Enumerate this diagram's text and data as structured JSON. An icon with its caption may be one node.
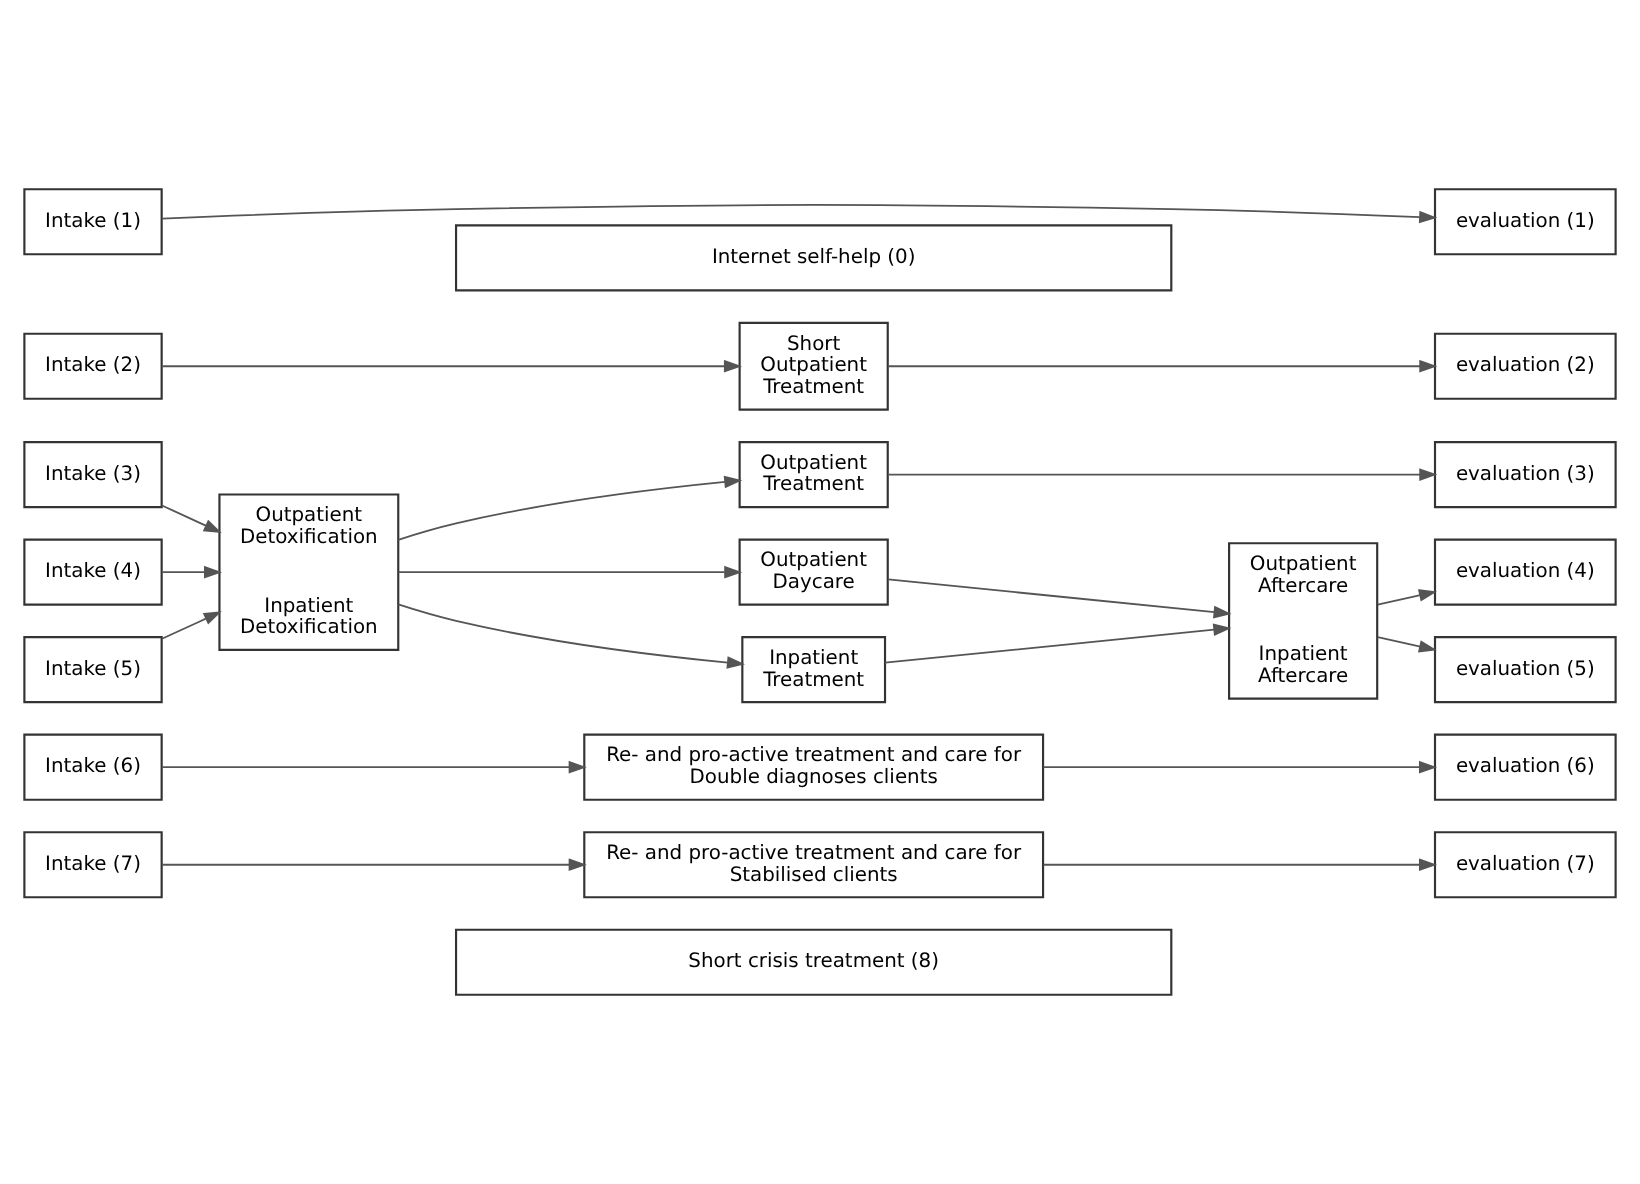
{
  "diagram": {
    "nodes": [
      {
        "text": [
          "Internet self-help (0)"
        ]
      },
      {
        "text": [
          "Intake (1)"
        ]
      },
      {
        "text": [
          "evaluation (1)"
        ]
      },
      {
        "text": [
          "Intake (2)"
        ]
      },
      {
        "text": [
          "Short Outpatient Treatment"
        ]
      },
      {
        "text": [
          "evaluation (2)"
        ]
      },
      {
        "text": [
          "Intake (3)"
        ]
      },
      {
        "text": [
          "Outpatient Detoxification",
          "Inpatient Detoxification"
        ]
      },
      {
        "text": [
          "Outpatient Treatment"
        ]
      },
      {
        "text": [
          "evaluation (3)"
        ]
      },
      {
        "text": [
          "Intake (4)"
        ]
      },
      {
        "text": [
          "Outpatient Daycare"
        ]
      },
      {
        "text": [
          "Outpatient Aftercare",
          "Inpatient Aftercare"
        ]
      },
      {
        "text": [
          "evaluation (4)"
        ]
      },
      {
        "text": [
          "Intake (5)"
        ]
      },
      {
        "text": [
          "Inpatient Treatment"
        ]
      },
      {
        "text": [
          "evaluation (5)"
        ]
      },
      {
        "text": [
          "Intake (6)"
        ]
      },
      {
        "text": [
          "Re- and pro-active treatment and care for Double diagnoses clients"
        ]
      },
      {
        "text": [
          "evaluation (6)"
        ]
      },
      {
        "text": [
          "Intake (7)"
        ]
      },
      {
        "text": [
          "Re- and pro-active treatment and care for Stabilised clients"
        ]
      },
      {
        "text": [
          "evaluation (7)"
        ]
      },
      {
        "text": [
          "Short crisis treatment (8)"
        ]
      }
    ],
    "edges": [
      {
        "from": 1,
        "to": 2,
        "arrow": "to"
      },
      {
        "from": 3,
        "to": 4,
        "arrow": "to"
      },
      {
        "from": 4,
        "to": 5,
        "arrow": "to"
      },
      {
        "from": 6,
        "to": 7,
        "arrow": "to"
      },
      {
        "from": 10,
        "to": 7,
        "arrow": "to"
      },
      {
        "from": 14,
        "to": 7,
        "arrow": "to"
      },
      {
        "from": 7,
        "to": 8,
        "arrow": "to"
      },
      {
        "from": 7,
        "to": 11,
        "arrow": "to"
      },
      {
        "from": 7,
        "to": 15,
        "arrow": "to"
      },
      {
        "from": 8,
        "to": 9,
        "arrow": "to"
      },
      {
        "from": 11,
        "to": 12,
        "arrow": "to"
      },
      {
        "from": 15,
        "to": 12,
        "arrow": "to"
      },
      {
        "from": 12,
        "to": 13,
        "arrow": "to"
      },
      {
        "from": 12,
        "to": 16,
        "arrow": "to"
      },
      {
        "from": 17,
        "to": 18,
        "arrow": "to"
      },
      {
        "from": 18,
        "to": 19,
        "arrow": "to"
      },
      {
        "from": 20,
        "to": 21,
        "arrow": "to"
      },
      {
        "from": 21,
        "to": 22,
        "arrow": "to"
      }
    ]
  }
}
